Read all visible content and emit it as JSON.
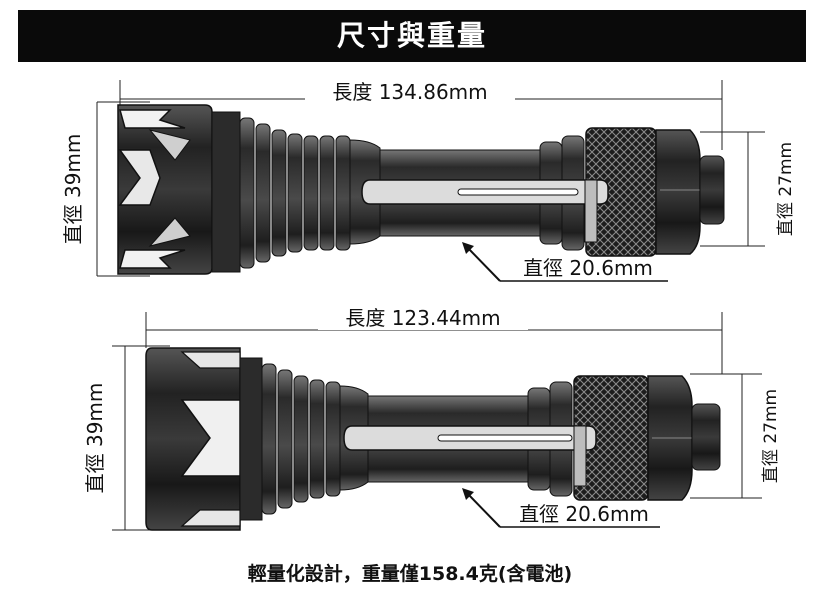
{
  "header": {
    "title": "尺寸與重量"
  },
  "top_flashlight": {
    "length_label": "長度 134.86mm",
    "head_diameter_label": "直徑 39mm",
    "tail_diameter_label": "直徑 27mm",
    "body_diameter_label": "直徑 20.6mm"
  },
  "bottom_flashlight": {
    "length_label": "長度 123.44mm",
    "head_diameter_label": "直徑 39mm",
    "tail_diameter_label": "直徑 27mm",
    "body_diameter_label": "直徑 20.6mm"
  },
  "caption": "輕量化設計，重量僅158.4克(含電池)"
}
